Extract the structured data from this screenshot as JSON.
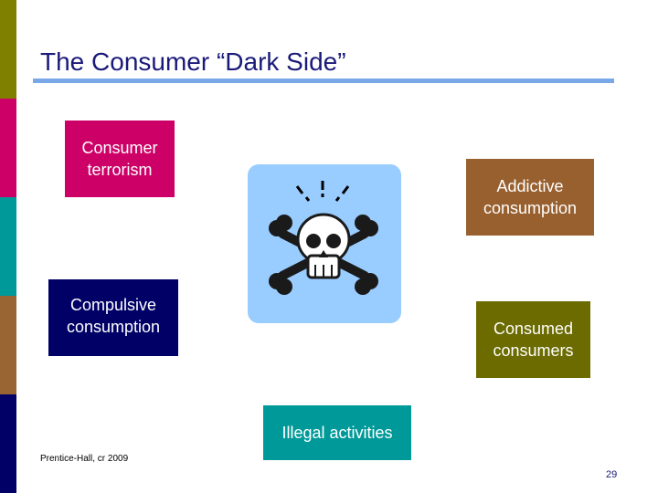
{
  "slide": {
    "title": "The Consumer “Dark Side”",
    "footer": "Prentice-Hall, cr 2009",
    "page_number": "29"
  },
  "boxes": {
    "consumer_terrorism": "Consumer\nterrorism",
    "addictive_consumption": "Addictive\nconsumption",
    "compulsive_consumption": "Compulsive\nconsumption",
    "consumed_consumers": "Consumed\nconsumers",
    "illegal_activities": "Illegal activities"
  },
  "icon": "skull-crossbones-icon",
  "colors": {
    "stripes": [
      "#808000",
      "#cc0066",
      "#009999",
      "#996633",
      "#000066"
    ],
    "consumer_terrorism": "#cc0066",
    "addictive_consumption": "#99602f",
    "compulsive_consumption": "#000066",
    "consumed_consumers": "#6b6b00",
    "illegal_activities": "#009999",
    "icon_background": "#99ccff"
  }
}
